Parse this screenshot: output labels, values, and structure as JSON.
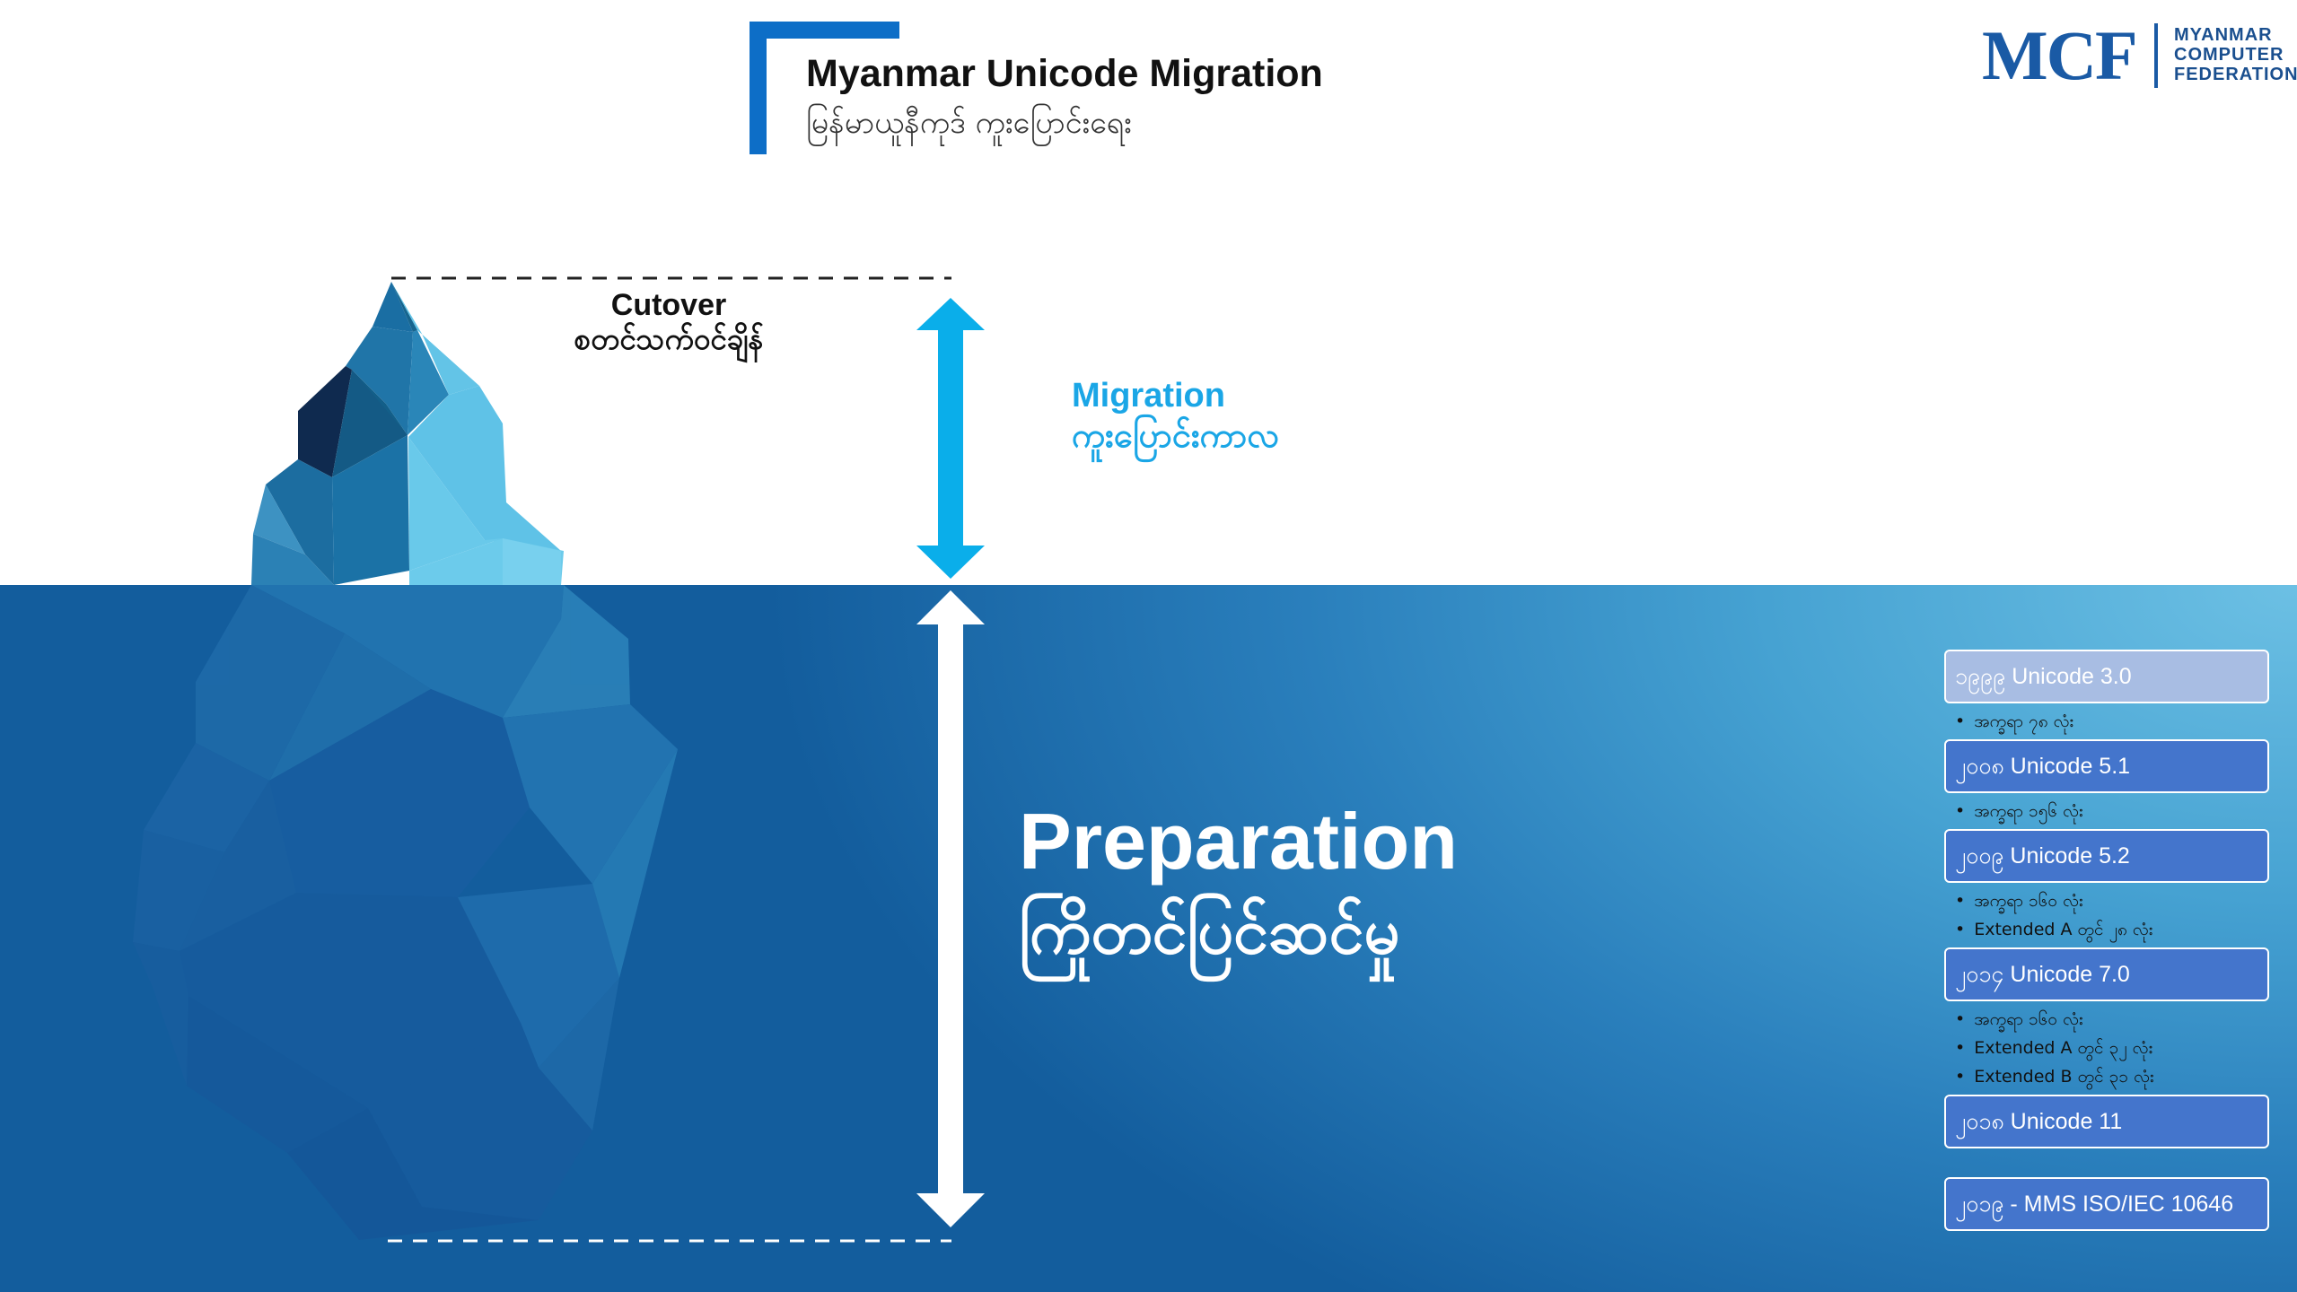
{
  "header": {
    "title": "Myanmar Unicode Migration",
    "subtitle": "မြန်မာယူနီကုဒ် ကူးပြောင်းရေး"
  },
  "logo": {
    "mark": "MCF",
    "lines": [
      "MYANMAR",
      "COMPUTER",
      "FEDERATION"
    ]
  },
  "cutover": {
    "en": "Cutover",
    "my": "စတင်သက်ဝင်ချိန်"
  },
  "migration": {
    "en": "Migration",
    "my": "ကူးပြောင်းကာလ"
  },
  "preparation": {
    "en": "Preparation",
    "my": "ကြိုတင်ပြင်ဆင်မှု"
  },
  "timeline": [
    {
      "label": "၁၉၉၉ Unicode 3.0",
      "notes": [
        "အက္ခရာ ၇၈ လုံး"
      ]
    },
    {
      "label": "၂၀၀၈ Unicode 5.1",
      "notes": [
        "အက္ခရာ ၁၅၆ လုံး"
      ]
    },
    {
      "label": "၂၀၀၉ Unicode 5.2",
      "notes": [
        "အက္ခရာ ၁၆၀ လုံး",
        "Extended A တွင် ၂၈ လုံး"
      ]
    },
    {
      "label": "၂၀၁၄ Unicode 7.0",
      "notes": [
        "အက္ခရာ ၁၆၀ လုံး",
        "Extended A တွင် ၃၂ လုံး",
        "Extended B တွင် ၃၁ လုံး"
      ]
    },
    {
      "label": "၂၀၁၈ Unicode 11",
      "notes": []
    },
    {
      "label": "၂၀၁၉ - MMS ISO/IEC 10646",
      "notes": []
    }
  ],
  "colors": {
    "sea_light": "#6cc0e4",
    "sea_dark": "#135d9d",
    "accent_blue": "#1aa6e6",
    "title_bracket": "#0d6ec7",
    "timeline_box": "#4475cc",
    "timeline_box_first": "#a8bde3"
  }
}
